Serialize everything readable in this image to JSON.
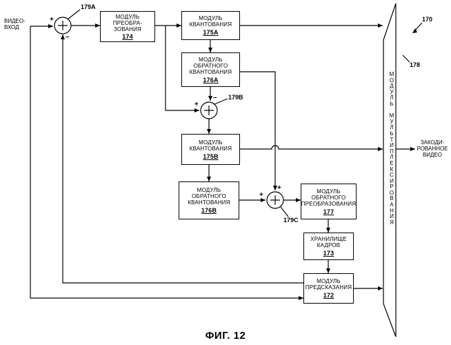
{
  "figure": {
    "number": "170",
    "caption": "ФИГ. 12"
  },
  "inputs": {
    "video_in": [
      "ВИДЕО-",
      "ВХОД"
    ]
  },
  "outputs": {
    "encoded_video": [
      "ЗАКОДИ-",
      "РОВАННОЕ",
      "ВИДЕО"
    ]
  },
  "blocks": {
    "transform": {
      "label": [
        "МОДУЛЬ",
        "ПРЕОБРА-",
        "ЗОВАНИЯ"
      ],
      "number": "174"
    },
    "quant_a": {
      "label": [
        "МОДУЛЬ",
        "КВАНТОВАНИЯ"
      ],
      "number": "175A"
    },
    "inv_quant_a": {
      "label": [
        "МОДУЛЬ",
        "ОБРАТНОГО",
        "КВАНТОВАНИЯ"
      ],
      "number": "176A"
    },
    "quant_b": {
      "label": [
        "МОДУЛЬ",
        "КВАНТОВАНИЯ"
      ],
      "number": "175B"
    },
    "inv_quant_b": {
      "label": [
        "МОДУЛЬ",
        "ОБРАТНОГО",
        "КВАНТОВАНИЯ"
      ],
      "number": "176B"
    },
    "inv_transform": {
      "label": [
        "МОДУЛЬ",
        "ОБРАТНОГО",
        "ПРЕОБРАЗОВАНИЯ"
      ],
      "number": "177"
    },
    "frame_store": {
      "label": [
        "ХРАНИЛИЩЕ",
        "КАДРОВ"
      ],
      "number": "173"
    },
    "prediction": {
      "label": [
        "МОДУЛЬ",
        "ПРЕДСКАЗАНИЯ"
      ],
      "number": "172"
    },
    "mux": {
      "label": "МОДУЛЬ МУЛЬТИПЛЕКСИРОВАНИЯ",
      "number": "178"
    }
  },
  "adders": {
    "a": {
      "number": "179A",
      "signs": [
        "+",
        "–"
      ]
    },
    "b": {
      "number": "179B",
      "signs": [
        "+",
        "–"
      ]
    },
    "c": {
      "number": "179C",
      "signs": [
        "+",
        "+"
      ]
    }
  }
}
